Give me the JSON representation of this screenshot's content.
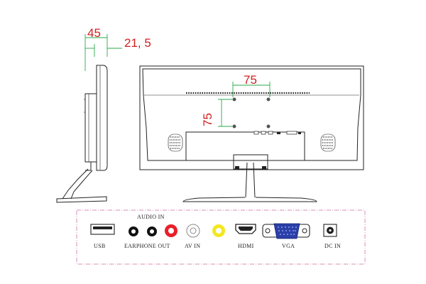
{
  "dimensions": {
    "side_depth_total": "45",
    "side_depth_panel": "21, 5",
    "vesa_horizontal": "75",
    "vesa_vertical": "75"
  },
  "ports_panel": {
    "group_title": "AUDIO IN",
    "labels": {
      "usb": "USB",
      "earphone": "EARPHONE OUT",
      "av": "AV IN",
      "hdmi": "HDMI",
      "vga": "VGA",
      "dc": "DC IN"
    }
  },
  "colors": {
    "dimension_text": "#d21e1e",
    "dimension_lines": "#2aa84a",
    "frame_border": "#d98fb6",
    "av_red": "#e8202a",
    "av_yellow": "#f3e81f",
    "vga_blue": "#2b3fa8"
  }
}
